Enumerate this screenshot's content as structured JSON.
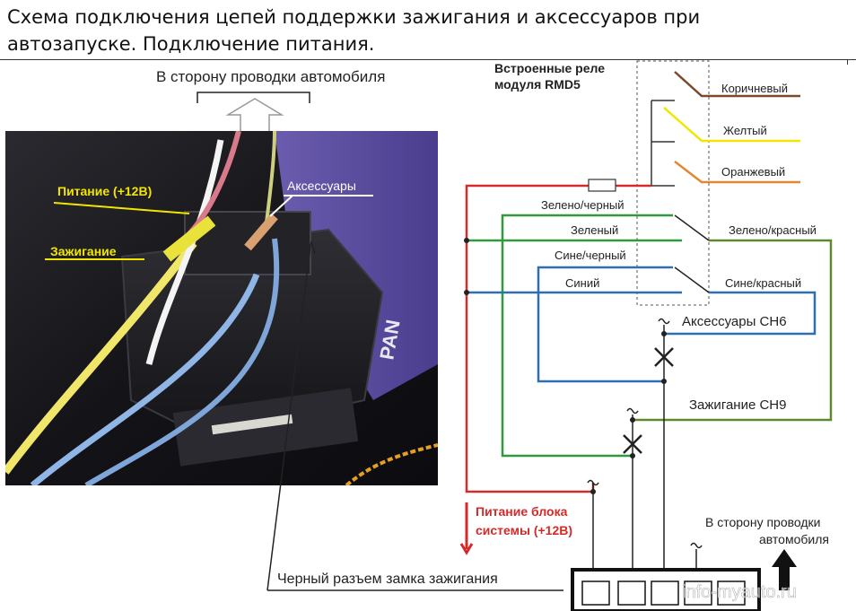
{
  "title": {
    "line1": "Схема подключения цепей поддержки зажигания и аксессуаров при",
    "line2": "автозапуске. Подключение питания."
  },
  "photo": {
    "label_power": "Питание (+12В)",
    "label_ignition": "Зажигание",
    "label_accessories": "Аксессуары",
    "case_text": "PAN"
  },
  "labels": {
    "to_wiring_top": "В сторону проводки автомобиля",
    "relay_title_line1": "Встроенные реле",
    "relay_title_line2": "модуля RMD5",
    "brown": "Коричневый",
    "yellow": "Желтый",
    "orange": "Оранжевый",
    "green_black": "Зелено/черный",
    "green": "Зеленый",
    "green_red": "Зелено/красный",
    "blue_black": "Сине/черный",
    "blue": "Синий",
    "blue_red": "Сине/красный",
    "acc_ch6": "Аксессуары CH6",
    "ign_ch9": "Зажигание CH9",
    "power_line1": "Питание блока",
    "power_line2": "системы (+12В)",
    "to_wiring_bottom_line1": "В сторону проводки",
    "to_wiring_bottom_line2": "автомобиля",
    "black_connector": "Черный разъем замка зажигания",
    "watermark": "info-myauto.ru"
  },
  "colors": {
    "red": "#d32a2a",
    "green": "#2f9a3b",
    "olive": "#5f8a2c",
    "blue": "#2f6fb0",
    "brown": "#7a4a2a",
    "yellow": "#f2e600",
    "orange": "#e3872e",
    "power_text": "#d32a2a"
  },
  "icons": [
    "up-arrow-outline-icon",
    "up-arrow-solid-icon",
    "cross-icon"
  ]
}
